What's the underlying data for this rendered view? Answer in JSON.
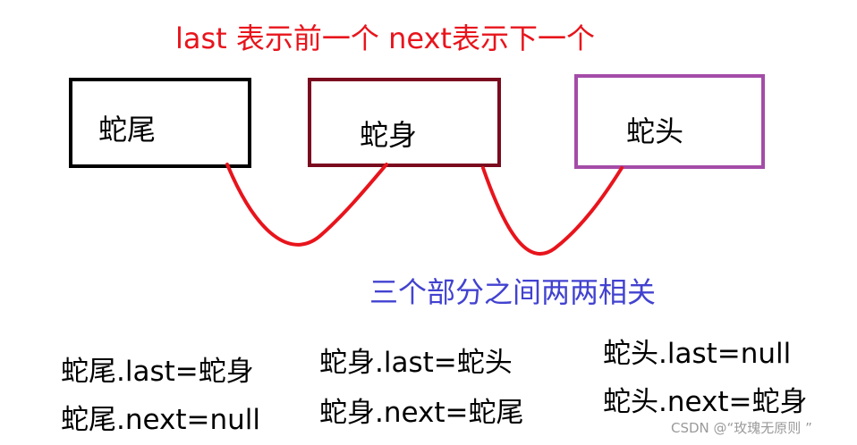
{
  "title": "last 表示前一个   next表示下一个",
  "colors": {
    "title": "#e8141c",
    "link": "#e8141c",
    "related_text": "#4242d0",
    "tail_border": "#000000",
    "body_border": "#7a0a1e",
    "head_border": "#a44ca8"
  },
  "boxes": {
    "tail": "蛇尾",
    "body": "蛇身",
    "head": "蛇头"
  },
  "related_note": "三个部分之间两两相关",
  "relations": {
    "tail_last": "蛇尾.last=蛇身",
    "tail_next": "蛇尾.next=null",
    "body_last": "蛇身.last=蛇头",
    "body_next": "蛇身.next=蛇尾",
    "head_last": "蛇头.last=null",
    "head_next": "蛇头.next=蛇身"
  },
  "watermark": "CSDN @“玫瑰无原则 ”"
}
